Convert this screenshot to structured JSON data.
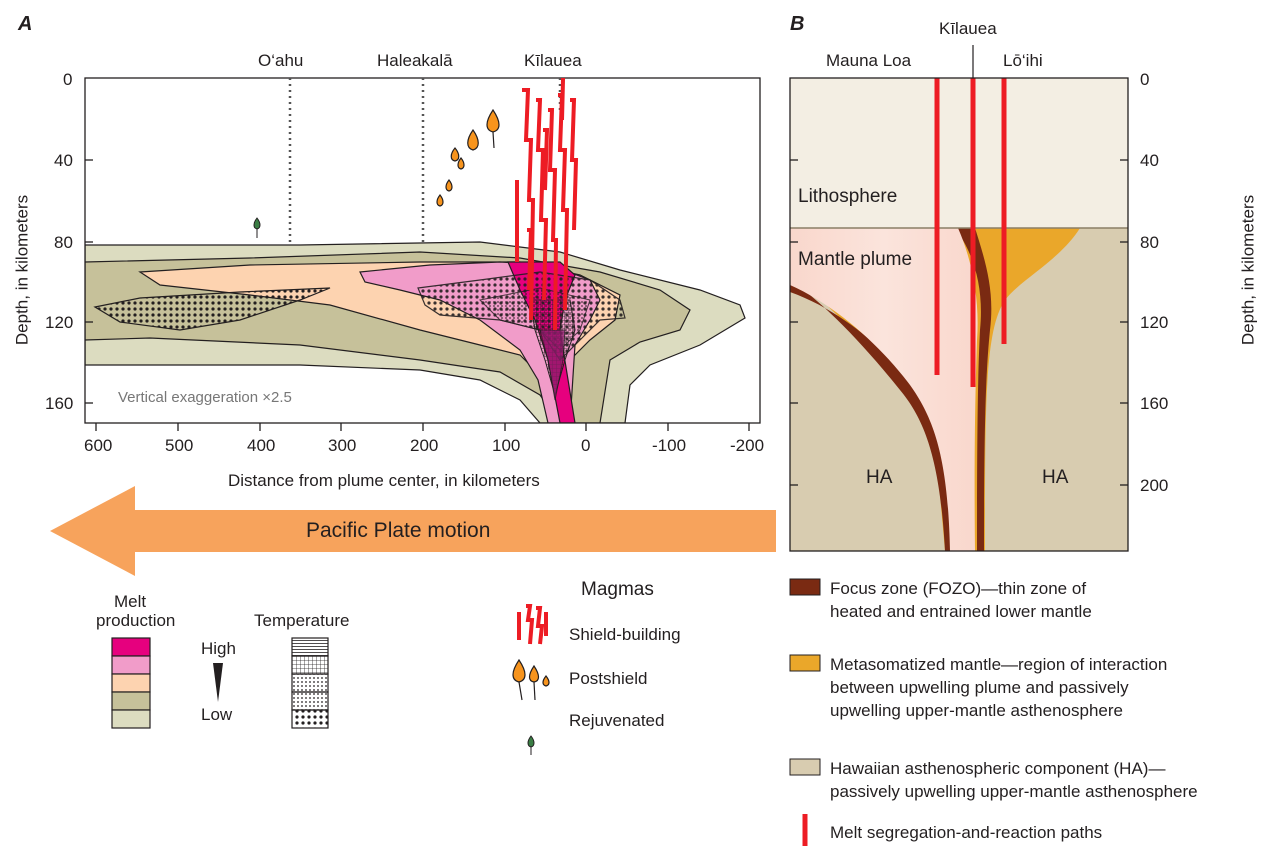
{
  "panel_a": {
    "letter": "A",
    "volcano_labels": [
      "O‘ahu",
      "Haleakalā",
      "Kīlauea"
    ],
    "y_axis_label": "Depth, in kilometers",
    "y_ticks": [
      "0",
      "40",
      "80",
      "120",
      "160"
    ],
    "x_axis_label": "Distance from plume center, in kilometers",
    "x_ticks": [
      "600",
      "500",
      "400",
      "300",
      "200",
      "100",
      "0",
      "-100",
      "-200"
    ],
    "exaggeration_note": "Vertical exaggeration ×2.5",
    "arrow_label": "Pacific Plate motion"
  },
  "panel_b": {
    "letter": "B",
    "volcano_labels": [
      "Mauna Loa",
      "Kīlauea",
      "Lō‘ihi"
    ],
    "y_axis_label": "Depth, in kilometers",
    "y_ticks": [
      "0",
      "40",
      "80",
      "120",
      "160",
      "200"
    ],
    "region_labels": {
      "lithosphere": "Lithosphere",
      "plume": "Mantle plume",
      "ha_left": "HA",
      "ha_right": "HA"
    }
  },
  "legend_a": {
    "melt_title_1": "Melt",
    "melt_title_2": "production",
    "high": "High",
    "low": "Low",
    "temperature": "Temperature",
    "magmas_title": "Magmas",
    "shield": "Shield-building",
    "postshield": "Postshield",
    "rejuvenated": "Rejuvenated"
  },
  "legend_b": {
    "fozo_1": "Focus zone (FOZO)—thin zone of",
    "fozo_2": "heated and entrained lower mantle",
    "meta_1": "Metasomatized mantle—region of interaction",
    "meta_2": "between upwelling plume and passively",
    "meta_3": "upwelling upper-mantle asthenosphere",
    "ha_1": "Hawaiian asthenospheric component (HA)—",
    "ha_2": "passively upwelling upper-mantle asthenosphere",
    "melt_paths": "Melt segregation-and-reaction paths"
  },
  "colors": {
    "melt_1": "#e6007e",
    "melt_2": "#f19cc9",
    "melt_3": "#fdd3b0",
    "melt_4": "#c6c19a",
    "melt_5": "#dcdcc0",
    "shield_red": "#ed1c24",
    "postshield_orange": "#f7941d",
    "rejuvenated_green": "#3a7d44",
    "arrow_orange": "#f7a35c",
    "fozo": "#7a2a12",
    "metasomatized": "#eaa72a",
    "ha": "#d8ccb0",
    "lithosphere": "#f3eee3",
    "plume": "#f9d7cc"
  }
}
